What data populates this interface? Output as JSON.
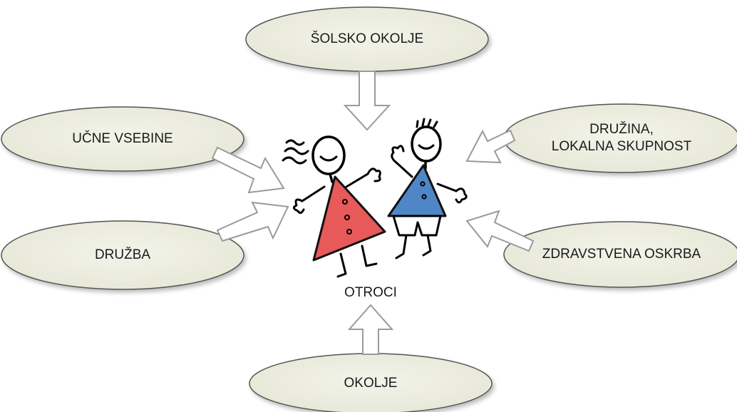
{
  "diagram": {
    "nodes": {
      "top": "ŠOLSKO OKOLJE",
      "left_upper": "UČNE VSEBINE",
      "left_lower": "DRUŽBA",
      "right_upper_line1": "DRUŽINA,",
      "right_upper_line2": "LOKALNA SKUPNOST",
      "right_lower": "ZDRAVSTVENA OSKRBA",
      "bottom": "OKOLJE"
    },
    "center": "OTROCI",
    "illustration": "two-children-drawing",
    "colors": {
      "ellipse_fill": "#ecedde",
      "ellipse_stroke": "#555555",
      "arrow_fill": "#ffffff",
      "arrow_stroke": "#9a9a9a",
      "girl_dress": "#e8595a",
      "boy_shirt": "#4f86c6"
    }
  }
}
